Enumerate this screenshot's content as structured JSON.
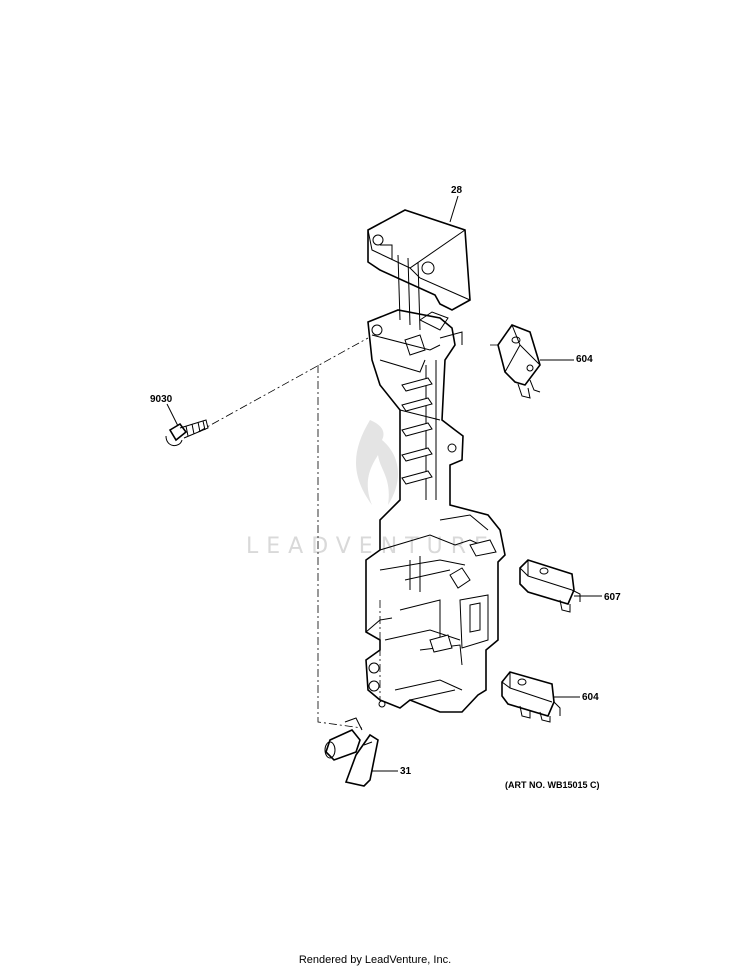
{
  "callouts": {
    "part_28": "28",
    "part_9030": "9030",
    "part_604_top": "604",
    "part_607": "607",
    "part_604_bottom": "604",
    "part_31": "31"
  },
  "art_number": "(ART NO. WB15015 C)",
  "watermark": "LEADVENTURE",
  "footer": "Rendered by LeadVenture, Inc."
}
